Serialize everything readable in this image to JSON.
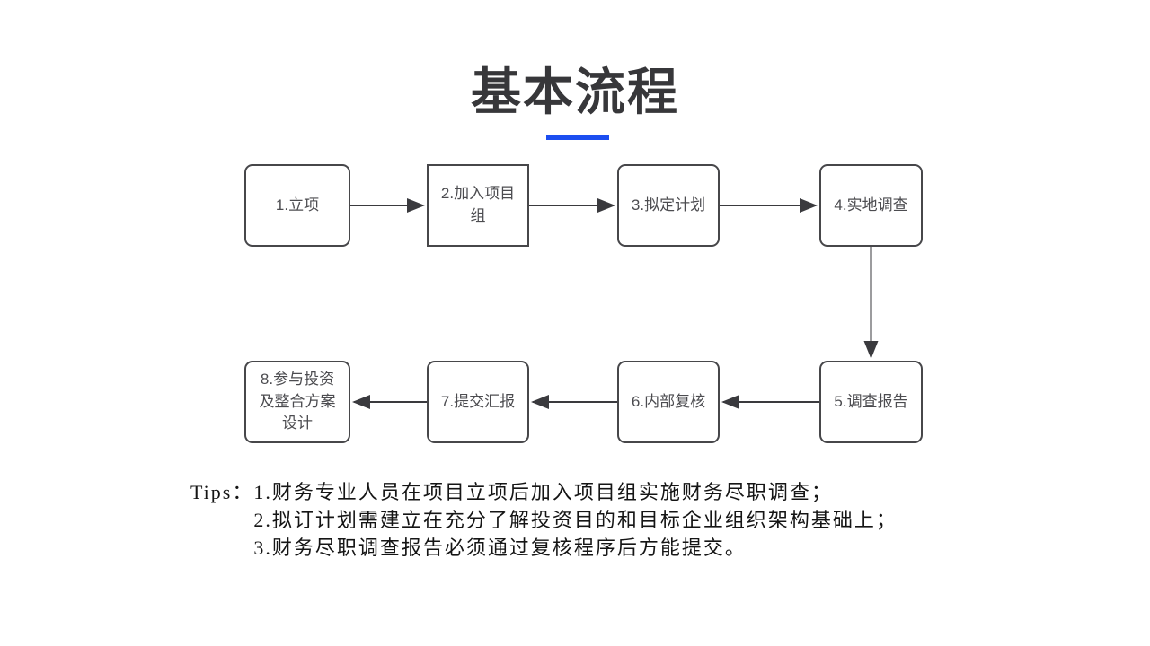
{
  "title": {
    "text": "基本流程"
  },
  "colors": {
    "accent_blue": "#1c4ef0",
    "title_text": "#37373a",
    "box_border": "#47474a",
    "box_text": "#4c4c50",
    "arrow": "#3a3a3e",
    "tips_text": "#151515",
    "background": "#ffffff"
  },
  "flow": {
    "nodes": [
      {
        "id": 1,
        "label": "1.立项"
      },
      {
        "id": 2,
        "label": "2.加入项目组"
      },
      {
        "id": 3,
        "label": "3.拟定计划"
      },
      {
        "id": 4,
        "label": "4.实地调查"
      },
      {
        "id": 5,
        "label": "5.调查报告"
      },
      {
        "id": 6,
        "label": "6.内部复核"
      },
      {
        "id": 7,
        "label": "7.提交汇报"
      },
      {
        "id": 8,
        "label": "8.参与投资及整合方案设计"
      }
    ],
    "edges": [
      {
        "from": 1,
        "to": 2
      },
      {
        "from": 2,
        "to": 3
      },
      {
        "from": 3,
        "to": 4
      },
      {
        "from": 4,
        "to": 5
      },
      {
        "from": 5,
        "to": 6
      },
      {
        "from": 6,
        "to": 7
      },
      {
        "from": 7,
        "to": 8
      }
    ]
  },
  "tips": {
    "label": "Tips：",
    "items": [
      "1.财务专业人员在项目立项后加入项目组实施财务尽职调查；",
      "2.拟订计划需建立在充分了解投资目的和目标企业组织架构基础上；",
      "3.财务尽职调查报告必须通过复核程序后方能提交。"
    ]
  }
}
